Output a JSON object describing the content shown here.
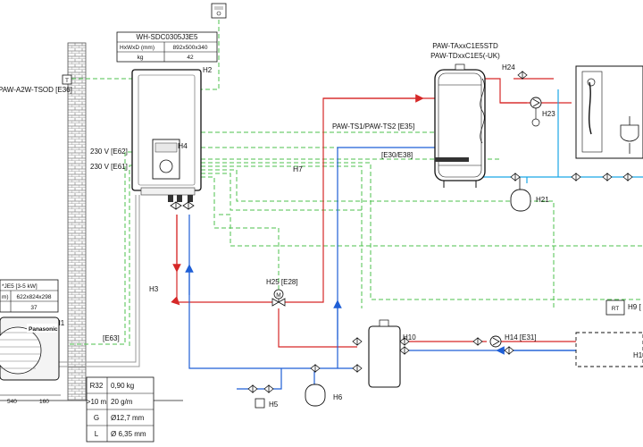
{
  "indoor_unit": {
    "model": "WH-SDC0305J3E5",
    "dims_label": "HxWxD (mm)",
    "dims_value": "892x500x340",
    "weight_label": "kg",
    "weight_value": "42",
    "tag": "H2",
    "control_tag": "H4"
  },
  "power": {
    "line1": "230 V [E62]",
    "line2": "230 V [E61]"
  },
  "outdoor_sensor": {
    "symbol": "T",
    "label": "PAW-A2W-TSOD [E36]"
  },
  "tank": {
    "model1": "PAW-TAxxC1E5STD",
    "model2": "PAW-TDxxC1E5(-UK)"
  },
  "sensor_label": "PAW-TS1/PAW-TS2 [E35]",
  "heater_label": "[E30/E38]",
  "outdoor_unit": {
    "spec1": "*JE5 [3-5 kW]",
    "spec2_unit": "m)",
    "spec2_value": "622x824x298",
    "weight_value": "37",
    "tag": "H1",
    "brand": "Panasonic",
    "dim_a": "540",
    "dim_b": "160"
  },
  "refrigerant_table": [
    [
      "R32",
      "0,90 kg"
    ],
    [
      ">10 m",
      "20 g/m"
    ],
    [
      "G",
      "Ø12,7 mm"
    ],
    [
      "L",
      "Ø 6,35 mm"
    ]
  ],
  "room_thermostat": {
    "symbol": "RT",
    "tag": "H9 ["
  },
  "tags": {
    "h3": "H3",
    "h5": "H5",
    "h6": "H6",
    "h7": "H7",
    "h10": "H10",
    "h14": "H14 [E31]",
    "h21": "H21",
    "h23": "H23",
    "h24": "H24",
    "h25": "H25 [E28]",
    "h1x": "H1",
    "e63": "[E63]",
    "m": "M"
  },
  "colors": {
    "flow": "#d62828",
    "return": "#1f5fd6",
    "cold": "#1aa6e6",
    "signal": "#4cc24c",
    "refrigerant": "#9a9a9a",
    "line": "#111111"
  }
}
